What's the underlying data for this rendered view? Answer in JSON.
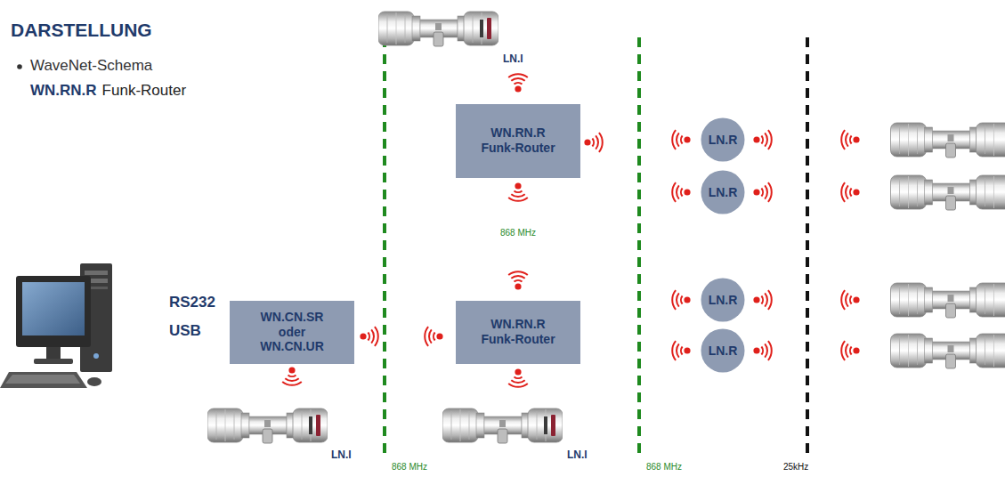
{
  "diagram": {
    "title": "DARSTELLUNG",
    "nodes": [
      {
        "text": [
          "WN.CN.SR oder WN.CN.UR"
        ]
      },
      {
        "text": [
          "WN.RN.R Funk-Router"
        ]
      },
      {
        "text": [
          "WN.RN.R Funk-Router"
        ]
      },
      {
        "text": [
          "LN.R"
        ]
      },
      {
        "text": [
          "LN.R"
        ]
      },
      {
        "text": [
          "LN.R"
        ]
      },
      {
        "text": [
          "LN.R"
        ]
      }
    ],
    "labels": [
      "WaveNet-Schema",
      "WN.RN.R",
      "Funk-Router",
      "RS232",
      "USB",
      "LN.I",
      "868 MHz",
      "LN.I",
      "868 MHz",
      "LN.I",
      "868 MHz",
      "25kHz"
    ]
  }
}
